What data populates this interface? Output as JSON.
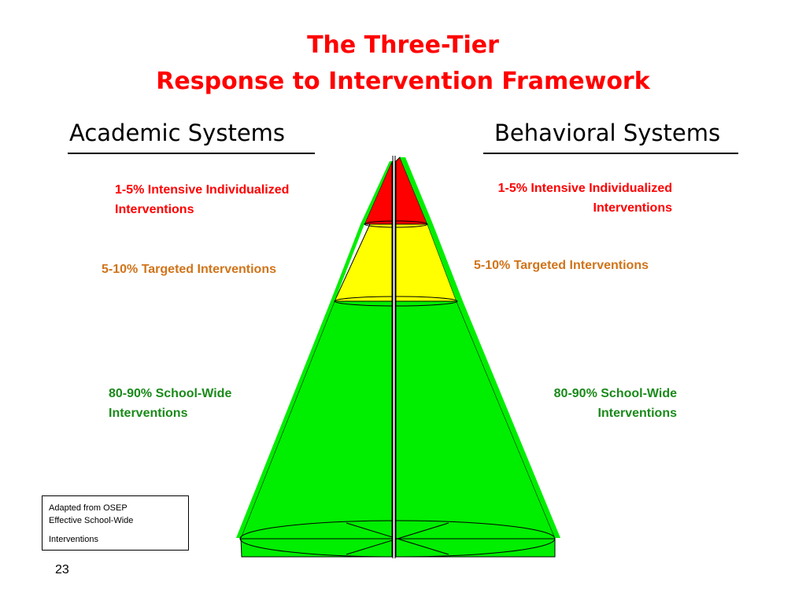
{
  "title": {
    "line1": "The Three-Tier",
    "line2": "Response to Intervention Framework"
  },
  "columns": {
    "academic": "Academic Systems",
    "behavioral": "Behavioral Systems"
  },
  "tiers": {
    "academic": {
      "intensive": "1-5% Intensive Individualized\nInterventions",
      "targeted": "5-10% Targeted Interventions",
      "school_wide": "80-90% School-Wide\nInterventions"
    },
    "behavioral": {
      "intensive": "1-5% Intensive Individualized\nInterventions",
      "targeted": "5-10% Targeted Interventions",
      "school_wide": "80-90% School-Wide\nInterventions"
    }
  },
  "source": {
    "line1": "Adapted from OSEP",
    "line2": "Effective School-Wide",
    "line3": "Interventions"
  },
  "page_number": "23",
  "colors": {
    "title": "#ff0000",
    "intensive": "#ff0000",
    "targeted": "#ffff00",
    "school_wide": "#00ee00",
    "label_red": "#ff0000",
    "label_orange": "#d0741a",
    "label_green": "#1a8a1a"
  }
}
